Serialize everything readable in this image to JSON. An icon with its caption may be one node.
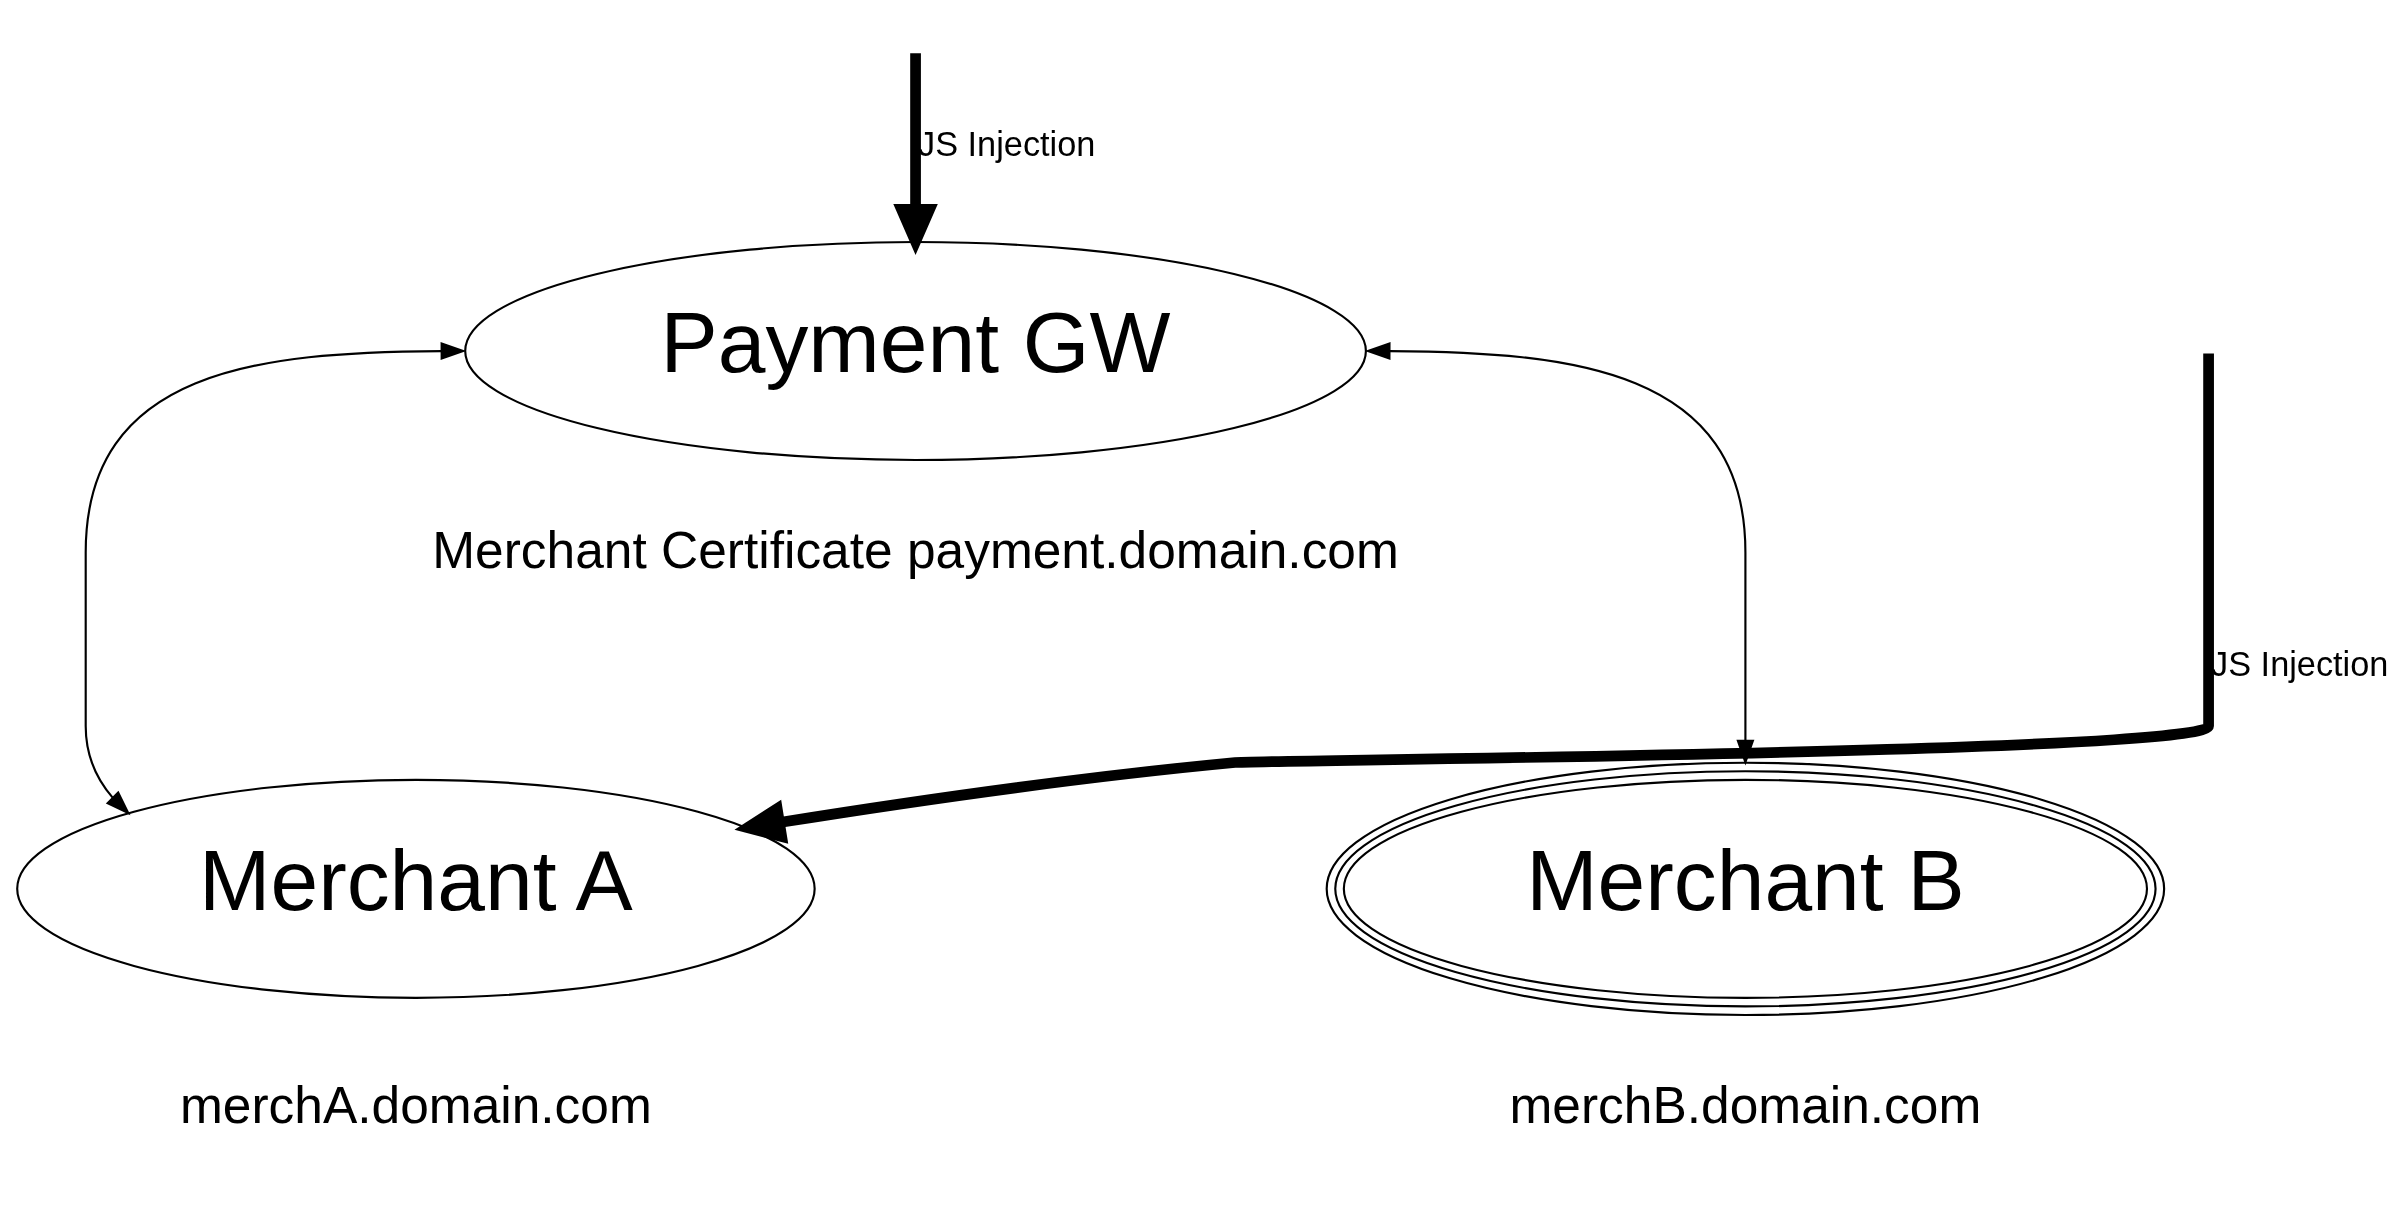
{
  "diagram": {
    "nodes": [
      {
        "text": [
          "Payment GW"
        ],
        "beside": [
          "Merchant Certificate payment.domain.com"
        ]
      },
      {
        "text": [
          "Merchant A"
        ],
        "beside": [
          "merchA.domain.com"
        ]
      },
      {
        "text": [
          "Merchant B"
        ],
        "beside": [
          "merchB.domain.com"
        ]
      }
    ],
    "edges": [
      {
        "from": null,
        "to": 0,
        "arrow": "to",
        "label": "JS Injection",
        "style": "thick"
      },
      {
        "from": null,
        "to": 1,
        "arrow": "to",
        "label": "JS Injection",
        "style": "thick"
      },
      {
        "from": 0,
        "to": 1,
        "arrow": "both"
      },
      {
        "from": 0,
        "to": 2,
        "arrow": "both"
      }
    ]
  }
}
